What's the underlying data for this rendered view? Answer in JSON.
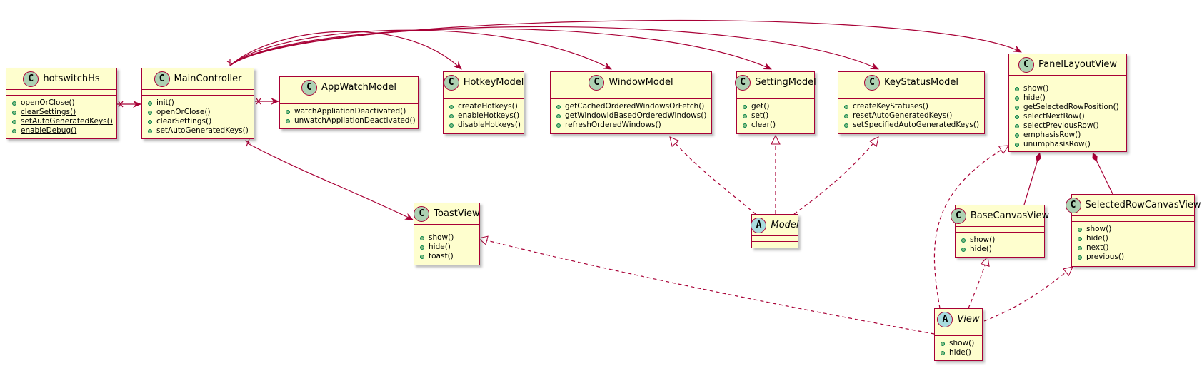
{
  "colors": {
    "class_fill": "#FEFECE",
    "border": "#A80036",
    "class_badge": "#ADD1B2",
    "abstract_badge": "#A9DCDF",
    "method_dot": "#84BE84"
  },
  "badges": {
    "class": "C",
    "abstract": "A"
  },
  "classes": {
    "hotswitchHs": {
      "name": "hotswitchHs",
      "methods": [
        "openOrClose()",
        "clearSettings()",
        "setAutoGeneratedKeys()",
        "enableDebug()"
      ]
    },
    "MainController": {
      "name": "MainController",
      "methods": [
        "init()",
        "openOrClose()",
        "clearSettings()",
        "setAutoGeneratedKeys()"
      ]
    },
    "AppWatchModel": {
      "name": "AppWatchModel",
      "methods": [
        "watchAppliationDeactivated()",
        "unwatchAppliationDeactivated()"
      ]
    },
    "HotkeyModel": {
      "name": "HotkeyModel",
      "methods": [
        "createHotkeys()",
        "enableHotkeys()",
        "disableHotkeys()"
      ]
    },
    "WindowModel": {
      "name": "WindowModel",
      "methods": [
        "getCachedOrderedWindowsOrFetch()",
        "getWindowIdBasedOrderedWindows()",
        "refreshOrderedWindows()"
      ]
    },
    "SettingModel": {
      "name": "SettingModel",
      "methods": [
        "get()",
        "set()",
        "clear()"
      ]
    },
    "KeyStatusModel": {
      "name": "KeyStatusModel",
      "methods": [
        "createKeyStatuses()",
        "resetAutoGeneratedKeys()",
        "setSpecifiedAutoGeneratedKeys()"
      ]
    },
    "PanelLayoutView": {
      "name": "PanelLayoutView",
      "methods": [
        "show()",
        "hide()",
        "getSelectedRowPosition()",
        "selectNextRow()",
        "selectPreviousRow()",
        "emphasisRow()",
        "unumphasisRow()"
      ]
    },
    "ToastView": {
      "name": "ToastView",
      "methods": [
        "show()",
        "hide()",
        "toast()"
      ]
    },
    "Model": {
      "name": "Model",
      "methods": []
    },
    "BaseCanvasView": {
      "name": "BaseCanvasView",
      "methods": [
        "show()",
        "hide()"
      ]
    },
    "SelectedRowCanvasView": {
      "name": "SelectedRowCanvasView",
      "methods": [
        "show()",
        "hide()",
        "next()",
        "previous()"
      ]
    },
    "View": {
      "name": "View",
      "methods": [
        "show()",
        "hide()"
      ]
    }
  }
}
